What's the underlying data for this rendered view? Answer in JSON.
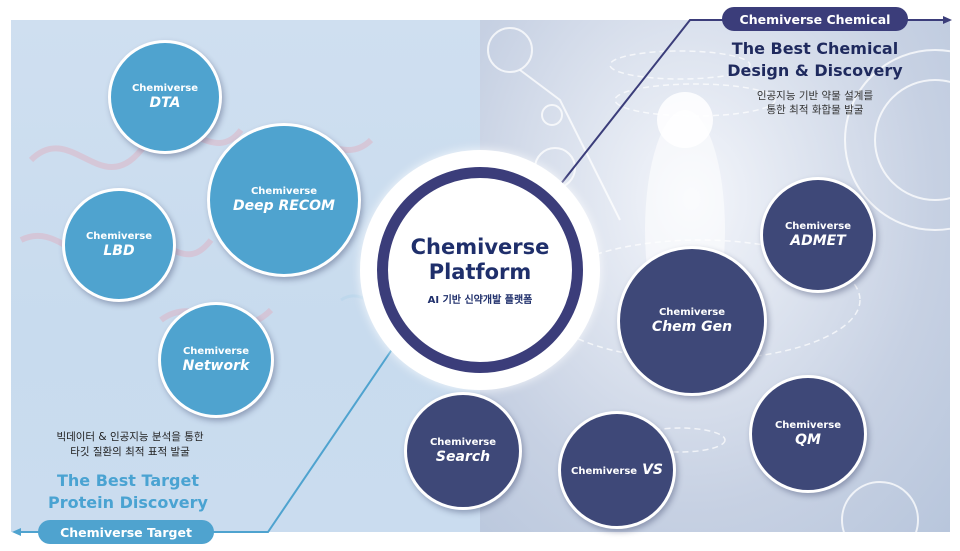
{
  "platform": {
    "title_line1": "Chemiverse",
    "title_line2": "Platform",
    "subtitle": "AI 기반 신약개발 플랫폼"
  },
  "chemical": {
    "pill_label": "Chemiverse Chemical",
    "heading_line1": "The Best Chemical",
    "heading_line2": "Design & Discovery",
    "desc_line1": "인공지능 기반 약물 설계를",
    "desc_line2": "통한 최적 화합물 발굴",
    "color": "#3e4878",
    "modules": [
      {
        "brand": "Chemiverse",
        "name": "ADMET"
      },
      {
        "brand": "Chemiverse",
        "name": "Chem Gen"
      },
      {
        "brand": "Chemiverse",
        "name": "QM"
      },
      {
        "brand": "Chemiverse",
        "name": "VS"
      },
      {
        "brand": "Chemiverse",
        "name": "Search"
      }
    ]
  },
  "target": {
    "pill_label": "Chemiverse Target",
    "heading_line1": "The Best Target",
    "heading_line2": "Protein Discovery",
    "desc_line1": "빅데이터 & 인공지능 분석을 통한",
    "desc_line2": "타깃 질환의 최적 표적 발굴",
    "color": "#4fa3cf",
    "modules": [
      {
        "brand": "Chemiverse",
        "name": "DTA"
      },
      {
        "brand": "Chemiverse",
        "name": "Deep RECOM"
      },
      {
        "brand": "Chemiverse",
        "name": "LBD"
      },
      {
        "brand": "Chemiverse",
        "name": "Network"
      }
    ]
  }
}
